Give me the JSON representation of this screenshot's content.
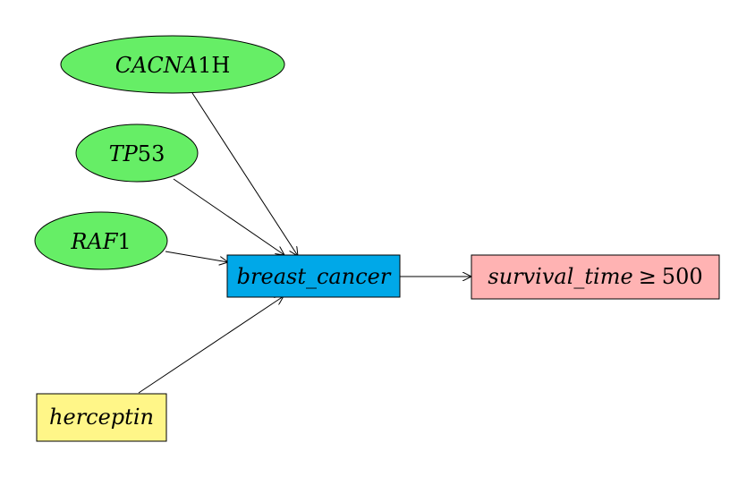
{
  "diagram": {
    "nodes": {
      "cacna1h": {
        "prefix": "CACNA",
        "suffix": "1H",
        "shape": "ellipse",
        "color": "#66ee66"
      },
      "tp53": {
        "prefix": "TP",
        "suffix": "53",
        "shape": "ellipse",
        "color": "#66ee66"
      },
      "raf1": {
        "prefix": "RAF",
        "suffix": "1",
        "shape": "ellipse",
        "color": "#66ee66"
      },
      "herceptin": {
        "label": "herceptin",
        "shape": "rectangle",
        "color": "#fff688"
      },
      "breast_cancer": {
        "label": "breast_cancer",
        "shape": "rectangle",
        "color": "#00a8e8"
      },
      "survival": {
        "prefix": "survival_time",
        "operator": "≥",
        "value": "500",
        "shape": "rectangle",
        "color": "#ffb3b3"
      }
    },
    "edges": [
      {
        "from": "CACNA1H",
        "to": "breast_cancer"
      },
      {
        "from": "TP53",
        "to": "breast_cancer"
      },
      {
        "from": "RAF1",
        "to": "breast_cancer"
      },
      {
        "from": "herceptin",
        "to": "breast_cancer"
      },
      {
        "from": "breast_cancer",
        "to": "survival_time ≥ 500"
      }
    ]
  }
}
